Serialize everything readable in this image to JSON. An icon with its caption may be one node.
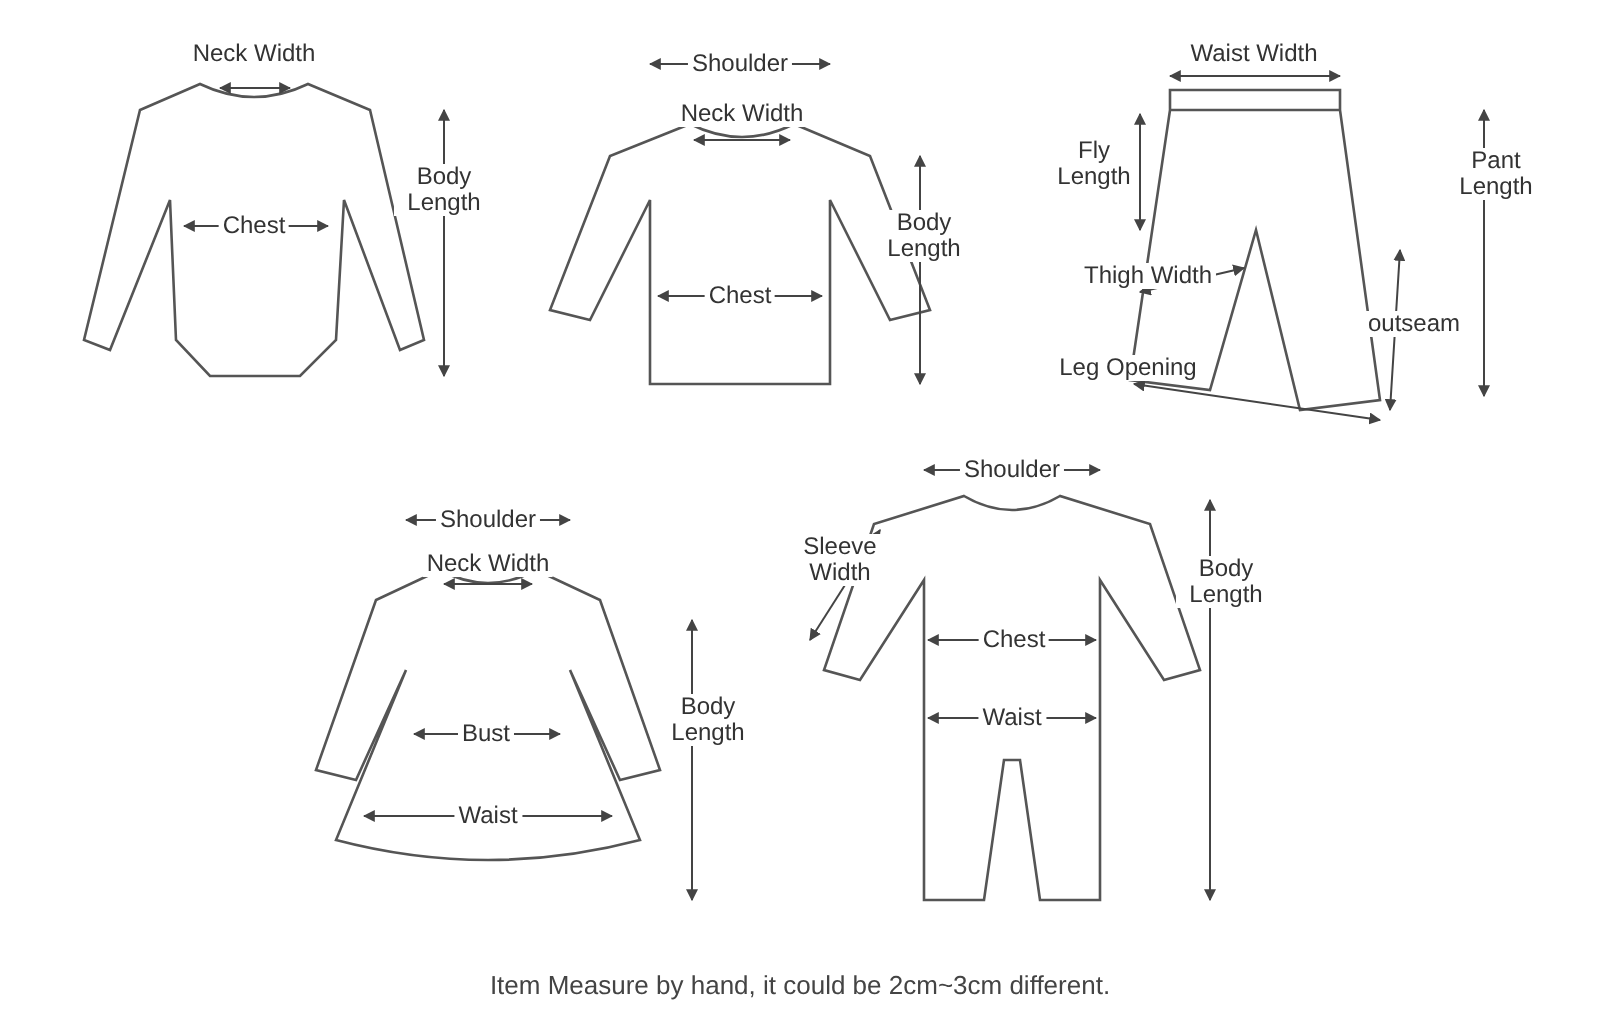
{
  "diagram": {
    "caption": "Item Measure by hand, it could be 2cm~3cm different.",
    "labels": [
      "Neck Width",
      "Body Length",
      "Chest",
      "Shoulder",
      "Neck Width",
      "Body Length",
      "Chest",
      "Waist Width",
      "Fly Length",
      "Pant Length",
      "Thigh Width",
      "outseam",
      "Leg Opening",
      "Shoulder",
      "Neck Width",
      "Body Length",
      "Bust",
      "Waist",
      "Shoulder",
      "Sleeve Width",
      "Body Length",
      "Chest",
      "Waist"
    ]
  }
}
